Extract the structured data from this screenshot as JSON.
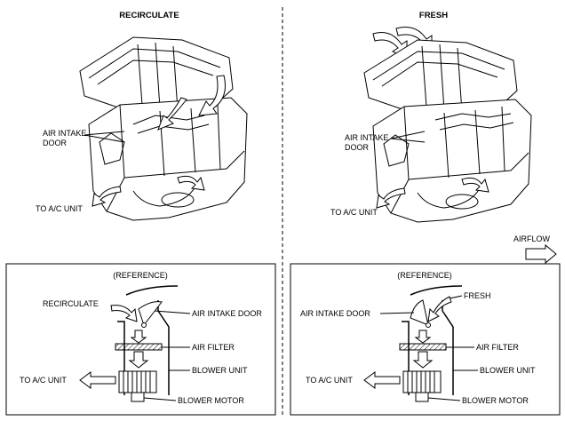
{
  "panels": {
    "left": {
      "title": "RECIRCULATE",
      "air_intake_door_line1": "AIR INTAKE",
      "air_intake_door_line2": "DOOR",
      "to_ac_unit": "TO A/C UNIT"
    },
    "right": {
      "title": "FRESH",
      "air_intake_door_line1": "AIR INTAKE",
      "air_intake_door_line2": "DOOR",
      "to_ac_unit": "TO A/C UNIT"
    }
  },
  "legend": {
    "airflow": "AIRFLOW",
    "arrow_icon": "outline-arrow-right-icon"
  },
  "reference": {
    "left": {
      "title": "(REFERENCE)",
      "recirculate": "RECIRCULATE",
      "air_intake_door": "AIR INTAKE DOOR",
      "air_filter": "AIR FILTER",
      "blower_unit": "BLOWER UNIT",
      "to_ac_unit": "TO A/C UNIT",
      "blower_motor": "BLOWER MOTOR"
    },
    "right": {
      "title": "(REFERENCE)",
      "fresh": "FRESH",
      "air_intake_door": "AIR INTAKE DOOR",
      "air_filter": "AIR FILTER",
      "blower_unit": "BLOWER UNIT",
      "to_ac_unit": "TO A/C UNIT",
      "blower_motor": "BLOWER MOTOR"
    }
  }
}
